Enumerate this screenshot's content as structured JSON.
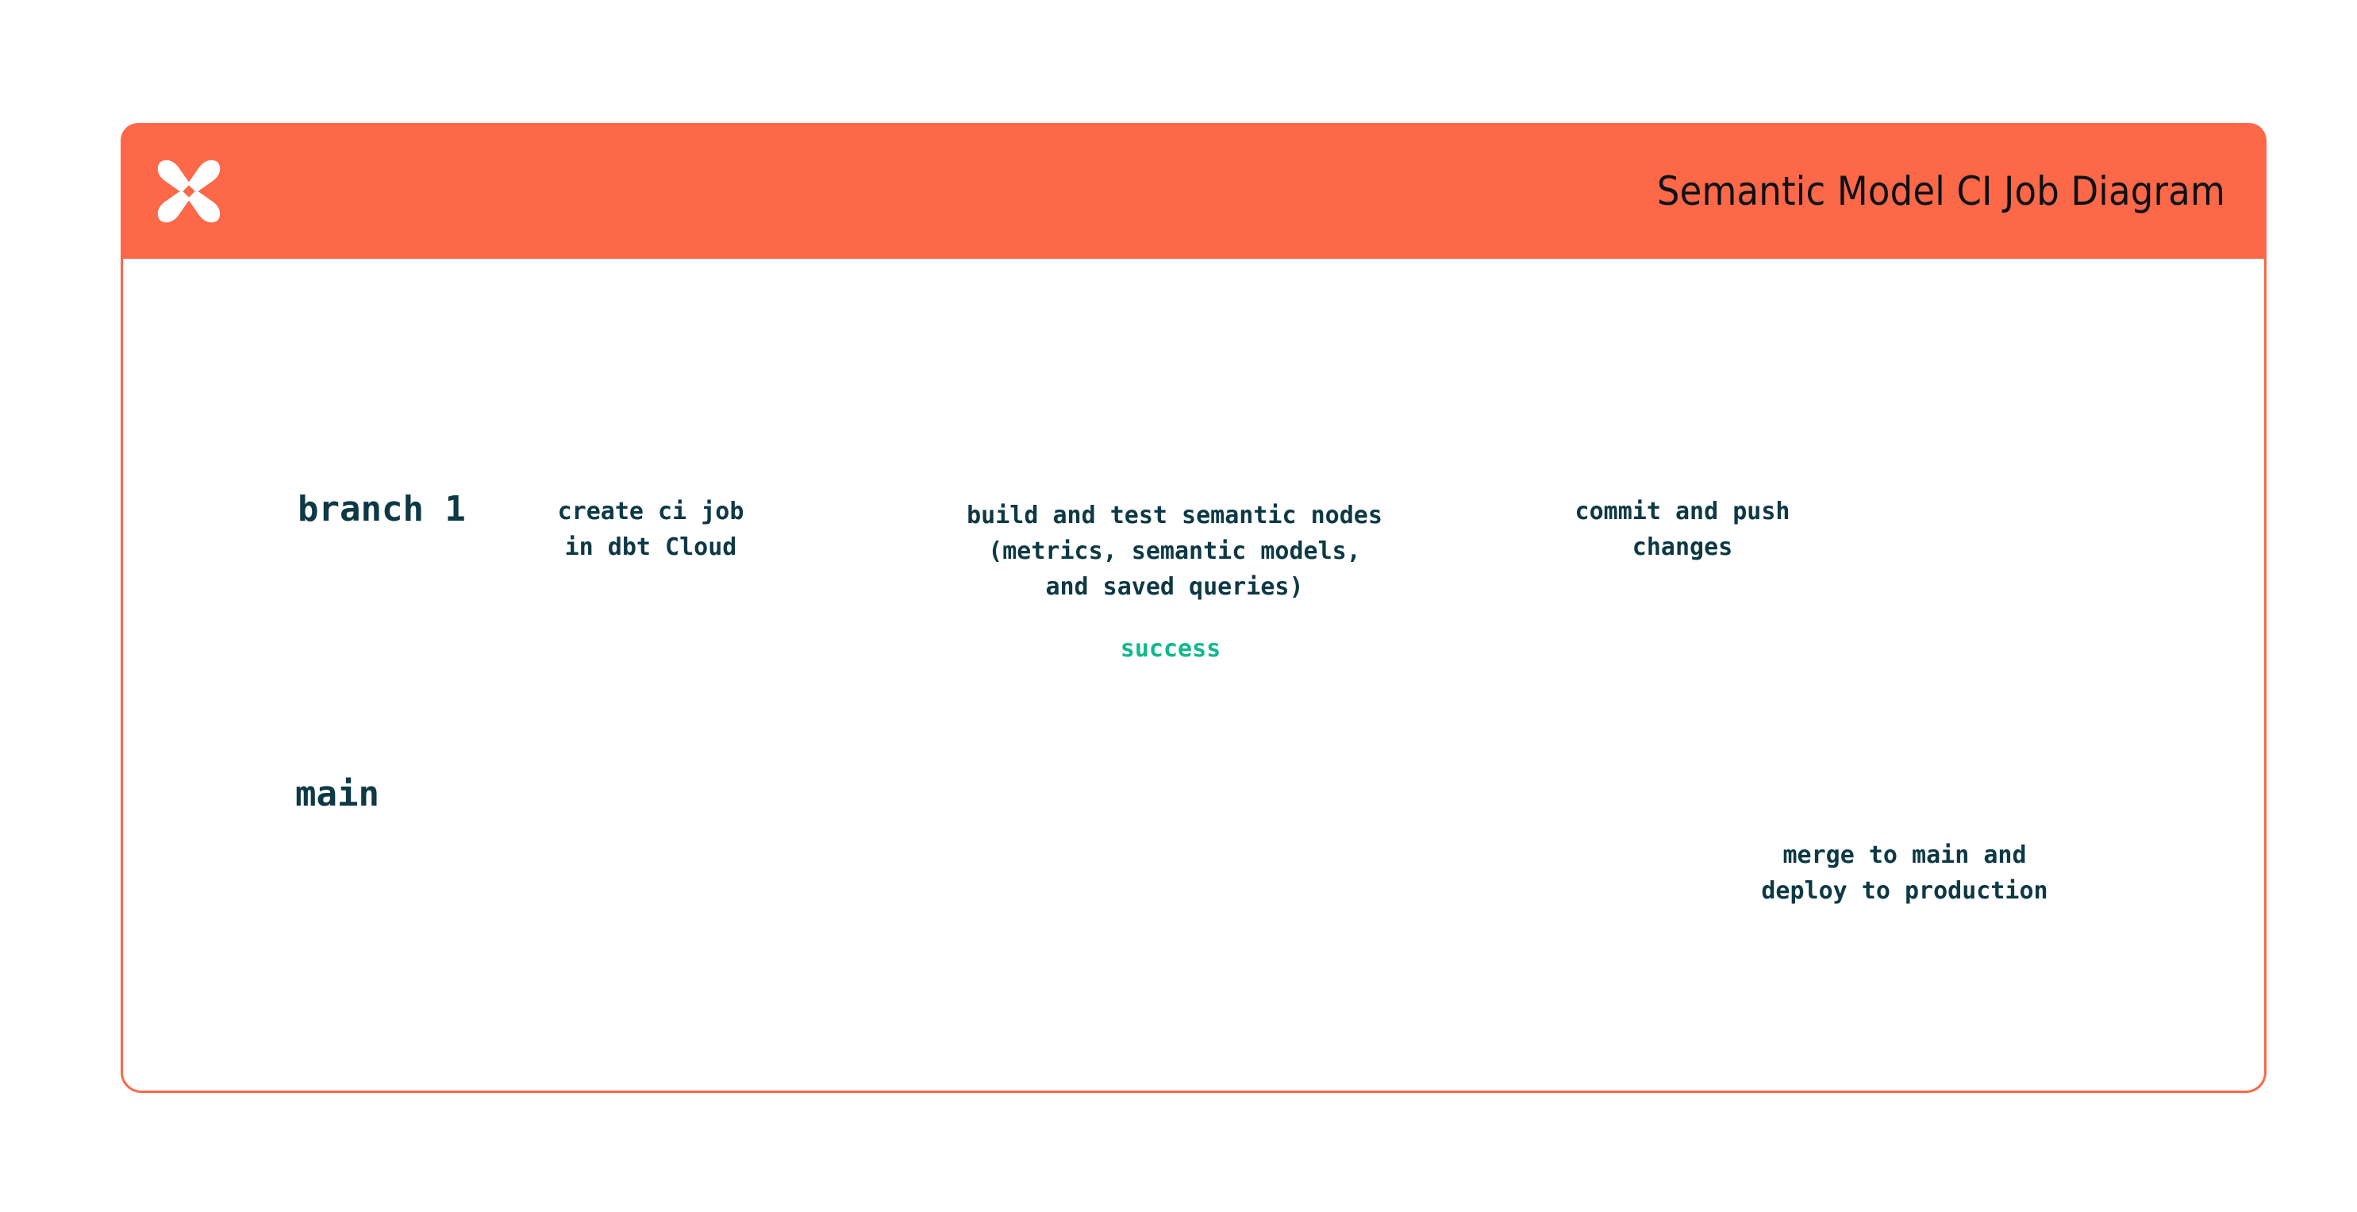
{
  "card": {
    "title": "Semantic Model CI Job Diagram",
    "logo_icon": "dbt-logo-icon",
    "header_color": "#FC6848",
    "border_color": "#FC6848"
  },
  "diagram": {
    "type": "git-branch-flow",
    "lanes": [
      {
        "id": "branch-1",
        "label": "branch 1",
        "color": "#FC6848"
      },
      {
        "id": "main",
        "label": "main",
        "color": "#0FB98C"
      }
    ],
    "nodes": [
      {
        "id": "create-ci-job",
        "lane": "branch-1",
        "shape": "square",
        "color": "#FC6848",
        "caption": "create ci job\nin dbt Cloud"
      },
      {
        "id": "build-and-test",
        "lane": "branch-1",
        "shape": "check-circle",
        "color": "#15B087",
        "icon": "check-icon",
        "caption": "build and test semantic nodes\n(metrics, semantic models,\nand saved queries)"
      },
      {
        "id": "commit-and-push",
        "lane": "branch-1",
        "shape": "check-circle",
        "color": "#15B087",
        "icon": "check-icon",
        "caption": "commit and push\nchanges"
      },
      {
        "id": "main-start",
        "lane": "main",
        "shape": "square",
        "color": "#0FB98C",
        "caption": ""
      },
      {
        "id": "merge-to-main",
        "lane": "main",
        "shape": "square",
        "color": "#7248FB",
        "caption": "merge to main and\ndeploy to production"
      }
    ],
    "edges": [
      {
        "id": "branch-off",
        "from": "main-start",
        "to": "create-ci-job",
        "label": "",
        "color": "#0FB98C"
      },
      {
        "id": "ci-loop",
        "from": "build-and-test",
        "to": "build-and-test",
        "label": "success",
        "color": "#FC6848",
        "label_color": "#0FB98C"
      },
      {
        "id": "merge-down",
        "from": "commit-and-push",
        "to": "merge-to-main",
        "label": "",
        "color": "#FBC02D"
      },
      {
        "id": "main-continue",
        "from": "merge-to-main",
        "to": "",
        "label": "",
        "color": "#0B0D10"
      }
    ],
    "colors": {
      "orange": "#FC6848",
      "green": "#0FB98C",
      "check_green": "#15B087",
      "yellow": "#FBC02D",
      "purple": "#7248FB",
      "text": "#0D3945",
      "black": "#0B0D10"
    }
  }
}
